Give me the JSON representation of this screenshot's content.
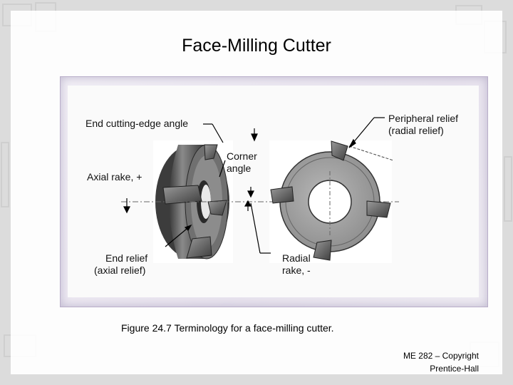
{
  "slide": {
    "title": "Face-Milling Cutter",
    "caption": "Figure 24.7  Terminology for a face-milling cutter.",
    "credit_line1": "ME 282 – Copyright",
    "credit_line2": "Prentice-Hall"
  },
  "diagram": {
    "labels": {
      "end_cutting_edge_angle": "End cutting-edge angle",
      "peripheral_relief_line1": "Peripheral relief",
      "peripheral_relief_line2": "(radial relief)",
      "corner_angle_line1": "Corner",
      "corner_angle_line2": "angle",
      "axial_rake": "Axial rake, +",
      "end_relief_line1": "End relief",
      "end_relief_line2": "(axial relief)",
      "radial_rake_line1": "Radial",
      "radial_rake_line2": "rake, -"
    }
  }
}
